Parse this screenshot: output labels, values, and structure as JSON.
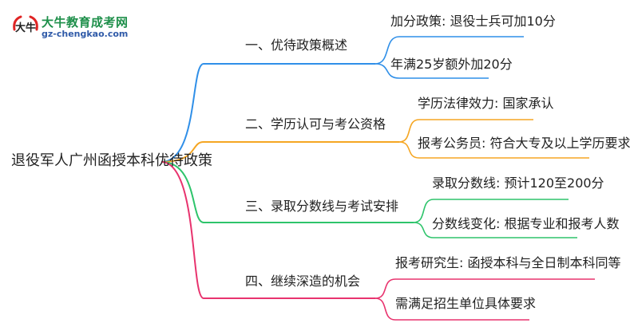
{
  "logo": {
    "title": "大牛教育成考网",
    "url": "gz-chengkao.com",
    "mark_text": "大牛"
  },
  "mindmap": {
    "root": "退役军人广州函授本科优待政策",
    "branches": [
      {
        "label": "一、优待政策概述",
        "color": "#2f8fe8",
        "children": [
          "加分政策: 退役士兵可加10分",
          "年满25岁额外加20分"
        ]
      },
      {
        "label": "二、学历认可与考公资格",
        "color": "#f5a623",
        "children": [
          "学历法律效力: 国家承认",
          "报考公务员: 符合大专及以上学历要求"
        ]
      },
      {
        "label": "三、录取分数线与考试安排",
        "color": "#2ec46b",
        "children": [
          "录取分数线: 预计120至200分",
          "分数线变化: 根据专业和报考人数"
        ]
      },
      {
        "label": "四、继续深造的机会",
        "color": "#e8336e",
        "children": [
          "报考研究生: 函授本科与全日制本科同等",
          "需满足招生单位具体要求"
        ]
      }
    ]
  }
}
